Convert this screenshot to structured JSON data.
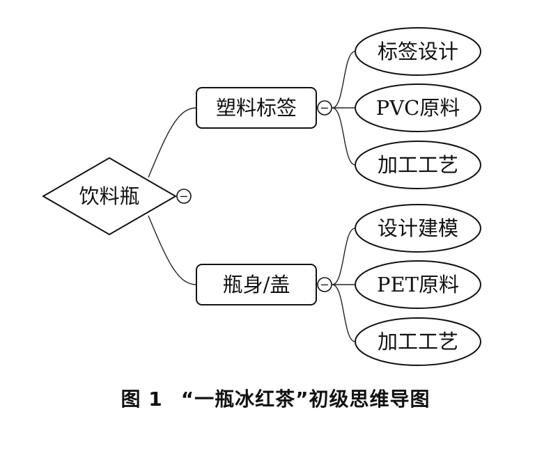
{
  "diagram": {
    "root": {
      "label": "饮料瓶",
      "collapse_symbol": "−",
      "children": [
        {
          "label": "塑料标签",
          "collapse_symbol": "−",
          "children": [
            {
              "label": "标签设计"
            },
            {
              "label": "PVC原料"
            },
            {
              "label": "加工工艺"
            }
          ]
        },
        {
          "label": "瓶身/盖",
          "collapse_symbol": "−",
          "children": [
            {
              "label": "设计建模"
            },
            {
              "label": "PET原料"
            },
            {
              "label": "加工工艺"
            }
          ]
        }
      ]
    }
  },
  "caption": {
    "figure_number": "图 1",
    "text": "“一瓶冰红茶”初级思维导图"
  },
  "colors": {
    "stroke": "#111111",
    "background": "#ffffff"
  }
}
